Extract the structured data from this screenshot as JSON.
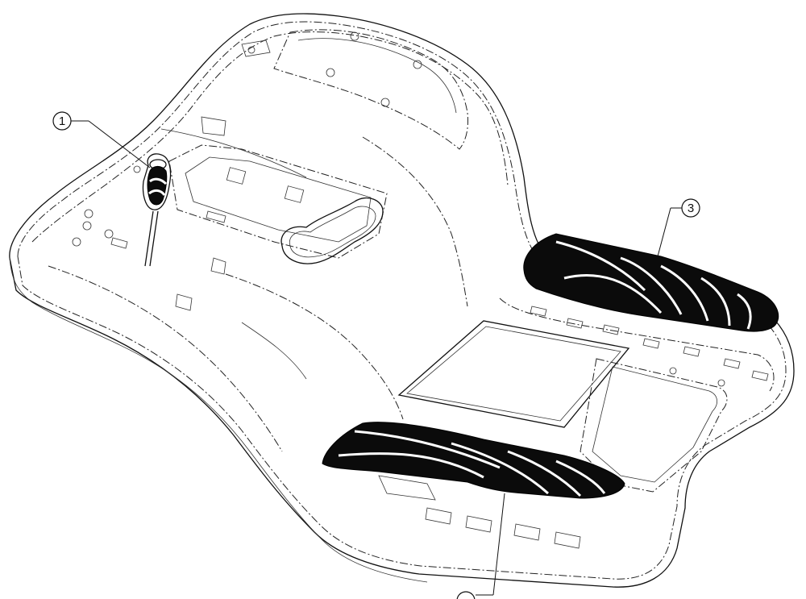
{
  "callouts": [
    {
      "id": "1",
      "label": "1"
    },
    {
      "id": "3",
      "label": "3"
    }
  ],
  "colors": {
    "line": "#111111",
    "pad": "#0b0b0b",
    "background": "#ffffff"
  }
}
